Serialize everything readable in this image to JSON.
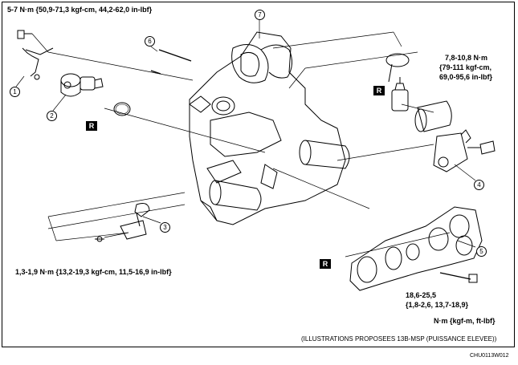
{
  "torques": {
    "t1": "5-7 N·m {50,9-71,3 kgf-cm, 44,2-62,0 in-lbf}",
    "t2_line1": "7,8-10,8 N·m",
    "t2_line2": "{79-111 kgf-cm,",
    "t2_line3": "69,0-95,6 in-lbf}",
    "t3": "1,3-1,9 N·m {13,2-19,3 kgf-cm, 11,5-16,9 in-lbf}",
    "t4_line1": "18,6-25,5",
    "t4_line2": "{1,8-2,6, 13,7-18,9}"
  },
  "callouts": {
    "c1": "1",
    "c2": "2",
    "c3": "3",
    "c4": "4",
    "c5": "5",
    "c6": "6",
    "c7": "7"
  },
  "replace_mark": "R",
  "units_note": "N·m {kgf-m, ft-lbf}",
  "footnote": "(ILLUSTRATIONS PROPOSEES 13B-MSP (PUISSANCE ELEVEE))",
  "figure_code": "CHU0113W012"
}
